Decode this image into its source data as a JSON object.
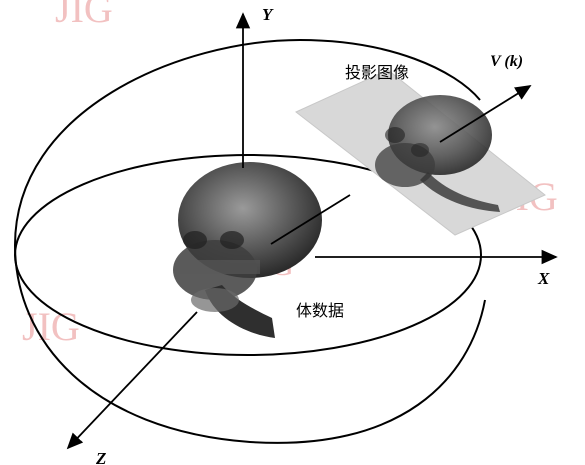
{
  "watermark_text": "JIG",
  "axes": {
    "x": "X",
    "y": "Y",
    "z": "Z"
  },
  "view_vector_label": "V (k)",
  "projection_plane_label": "投影图像",
  "volume_label": "体数据",
  "colors": {
    "plane": "#d6d6d6",
    "line": "#000000",
    "watermark": "#f0b7b7",
    "skull": "#4a4a4a"
  }
}
